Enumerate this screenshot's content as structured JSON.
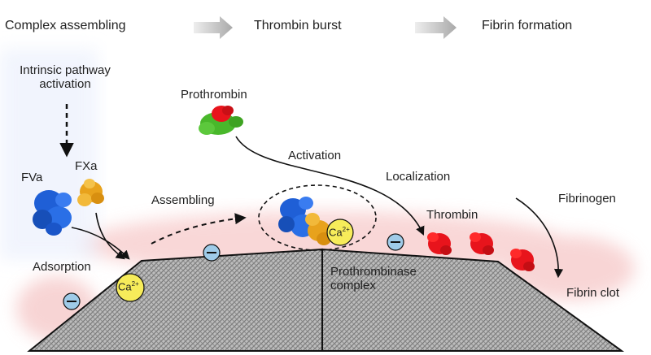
{
  "header": {
    "step1": "Complex assembling",
    "step2": "Thrombin burst",
    "step3": "Fibrin formation"
  },
  "labels": {
    "intrinsic_line1": "Intrinsic pathway",
    "intrinsic_line2": "activation",
    "fva": "FVa",
    "fxa": "FXa",
    "adsorption": "Adsorption",
    "assembling": "Assembling",
    "prothrombin": "Prothrombin",
    "activation": "Activation",
    "localization": "Localization",
    "thrombin": "Thrombin",
    "fibrinogen": "Fibrinogen",
    "prothrombinase_line1": "Prothrombinase",
    "prothrombinase_line2": "complex",
    "fibrin_clot": "Fibrin clot"
  },
  "ions": {
    "calcium_base": "Ca",
    "calcium_charge": "2+",
    "negative": "−"
  },
  "colors": {
    "fva": "#1f5fd6",
    "fxa": "#e8a21c",
    "prothrombin_green": "#49b82b",
    "thrombin_red": "#e8141c",
    "calcium": "#f7ec5a",
    "negative_charge": "#9fcbe8",
    "surface_hatch": "#9a9a9a",
    "glow": "#f6c2c2"
  }
}
